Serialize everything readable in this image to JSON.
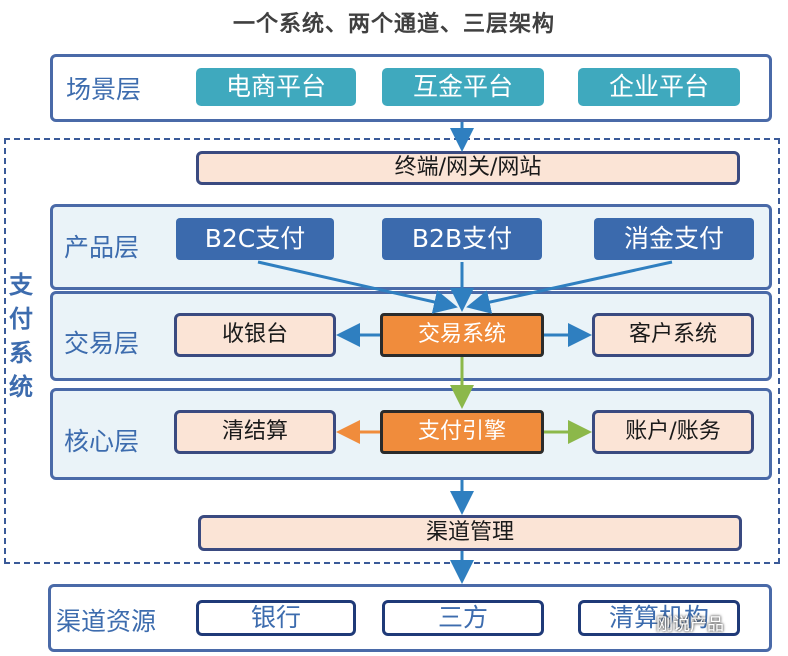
{
  "title": "一个系统、两个通道、三层架构",
  "scene_layer": {
    "label": "场景层",
    "items": [
      "电商平台",
      "互金平台",
      "企业平台"
    ]
  },
  "gateway": "终端/网关/网站",
  "side_label": "支付系统",
  "product_layer": {
    "label": "产品层",
    "items": [
      "B2C支付",
      "B2B支付",
      "消金支付"
    ]
  },
  "trade_layer": {
    "label": "交易层",
    "left": "收银台",
    "center": "交易系统",
    "right": "客户系统"
  },
  "core_layer": {
    "label": "核心层",
    "left": "清结算",
    "center": "支付引擎",
    "right": "账户/账务"
  },
  "channel_mgmt": "渠道管理",
  "resources": {
    "label": "渠道资源",
    "items": [
      "银行",
      "三方",
      "清算机构"
    ]
  },
  "watermark": "刚说产品",
  "colors": {
    "teal": "#3fa9be",
    "blue": "#3b6aad",
    "orange": "#f08c3c",
    "peach": "#fbe4d6",
    "green_arrow": "#8cb84a"
  }
}
